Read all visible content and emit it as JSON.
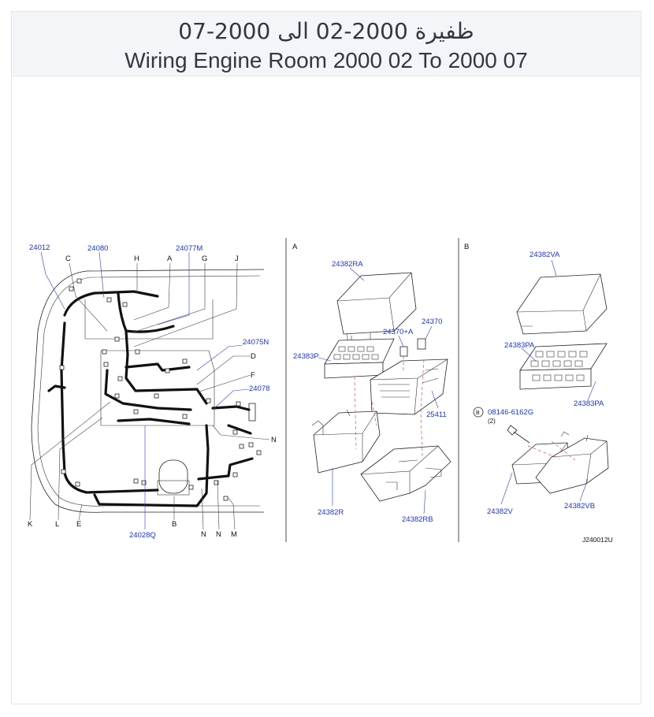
{
  "header": {
    "title_ar": "ظفيرة 2000-02 الى 2000-07",
    "title_en": "Wiring Engine Room 2000 02 To 2000 07"
  },
  "diagram": {
    "left": {
      "labels": {
        "p24012": "24012",
        "p24080": "24080",
        "p24077M": "24077M",
        "C": "C",
        "H": "H",
        "A": "A",
        "G": "G",
        "J": "J",
        "p24075N": "24075N",
        "D": "D",
        "F": "F",
        "p24078": "24078",
        "N1": "N",
        "K": "K",
        "L": "L",
        "E": "E",
        "p24028Q": "24028Q",
        "B": "B",
        "N2": "N",
        "N3": "N",
        "M": "M"
      }
    },
    "middle": {
      "section": "A",
      "labels": {
        "p24382RA": "24382RA",
        "p24370A": "24370+A",
        "p24370": "24370",
        "p24383P": "24383P",
        "p25411": "25411",
        "p24382R": "24382R",
        "p24382RB": "24382RB"
      }
    },
    "right": {
      "section": "B",
      "labels": {
        "p24382VA": "24382VA",
        "p24383PA_top": "24383PA",
        "p24383PA_bot": "24383PA",
        "bolt_ref": "B",
        "bolt_part": "08146-6162G",
        "bolt_qty": "(2)",
        "p24382V": "24382V",
        "p24382VB": "24382VB"
      }
    },
    "figure_code": "J240012U"
  }
}
